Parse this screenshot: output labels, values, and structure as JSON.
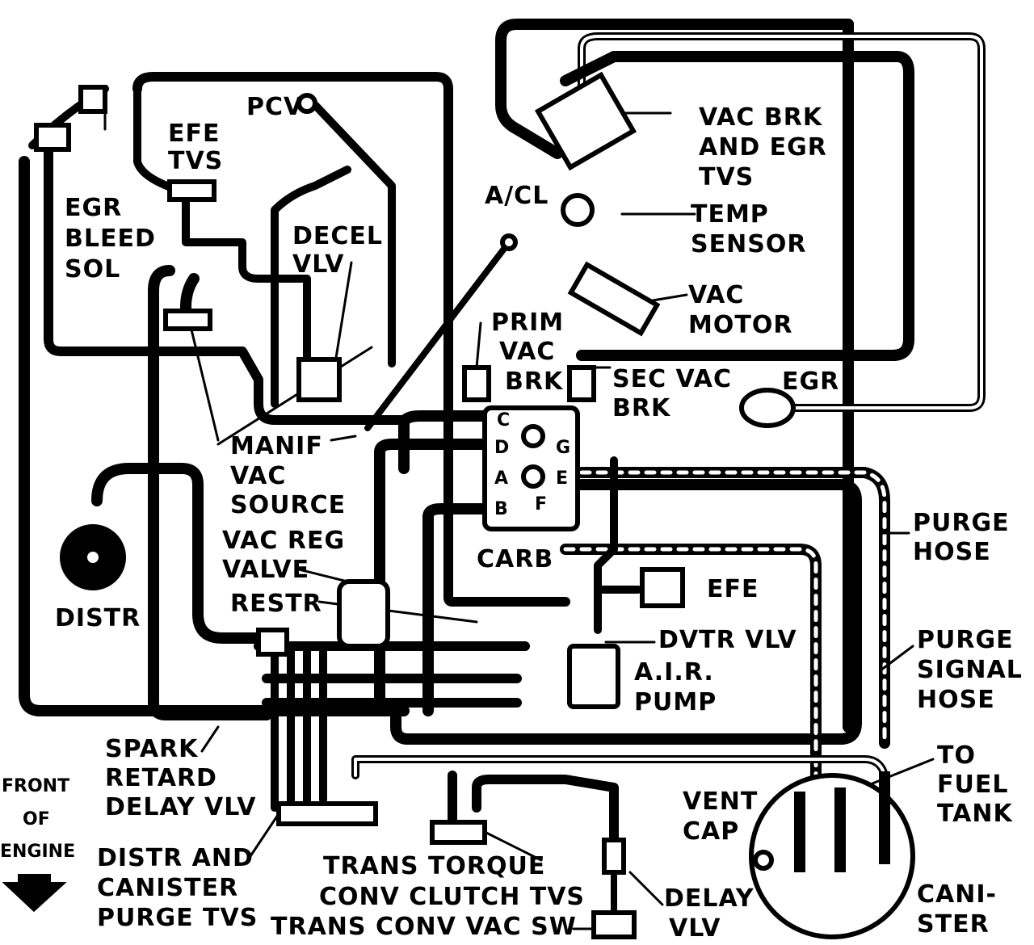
{
  "diagram": {
    "labels": {
      "pcv": "PCV",
      "efe_tvs_1": "EFE",
      "efe_tvs_2": "TVS",
      "egr_bleed_1": "EGR",
      "egr_bleed_2": "BLEED",
      "egr_bleed_3": "SOL",
      "decel_1": "DECEL",
      "decel_2": "VLV",
      "acl": "A/CL",
      "vac_brk_1": "VAC BRK",
      "vac_brk_2": "AND EGR",
      "vac_brk_3": "TVS",
      "temp_1": "TEMP",
      "temp_2": "SENSOR",
      "vac_motor_1": "VAC",
      "vac_motor_2": "MOTOR",
      "prim_1": "PRIM",
      "prim_2": "VAC",
      "prim_3": "BRK",
      "sec_1": "SEC VAC",
      "sec_2": "BRK",
      "egr": "EGR",
      "manif_1": "MANIF",
      "manif_2": "VAC",
      "manif_3": "SOURCE",
      "vacreg_1": "VAC REG",
      "vacreg_2": "VALVE",
      "restr": "RESTR",
      "distr": "DISTR",
      "carb": "CARB",
      "efe": "EFE",
      "dvtr": "DVTR VLV",
      "air_1": "A.I.R.",
      "air_2": "PUMP",
      "purge_1": "PURGE",
      "purge_2": "HOSE",
      "psig_1": "PURGE",
      "psig_2": "SIGNAL",
      "psig_3": "HOSE",
      "tofuel_1": "TO",
      "tofuel_2": "FUEL",
      "tofuel_3": "TANK",
      "spark_1": "SPARK",
      "spark_2": "RETARD",
      "spark_3": "DELAY VLV",
      "front_1": "FRONT",
      "front_2": "OF",
      "front_3": "ENGINE",
      "distcan_1": "DISTR AND",
      "distcan_2": "CANISTER",
      "distcan_3": "PURGE TVS",
      "trans_1": "TRANS TORQUE",
      "trans_2": "CONV CLUTCH TVS",
      "trans_3": "TRANS CONV VAC SW",
      "vent_1": "VENT",
      "vent_2": "CAP",
      "delay_1": "DELAY",
      "delay_2": "VLV",
      "canister_1": "CANI-",
      "canister_2": "STER"
    },
    "ports": {
      "c": "C",
      "d": "D",
      "a": "A",
      "b": "B",
      "g": "G",
      "e": "E",
      "f": "F"
    }
  }
}
